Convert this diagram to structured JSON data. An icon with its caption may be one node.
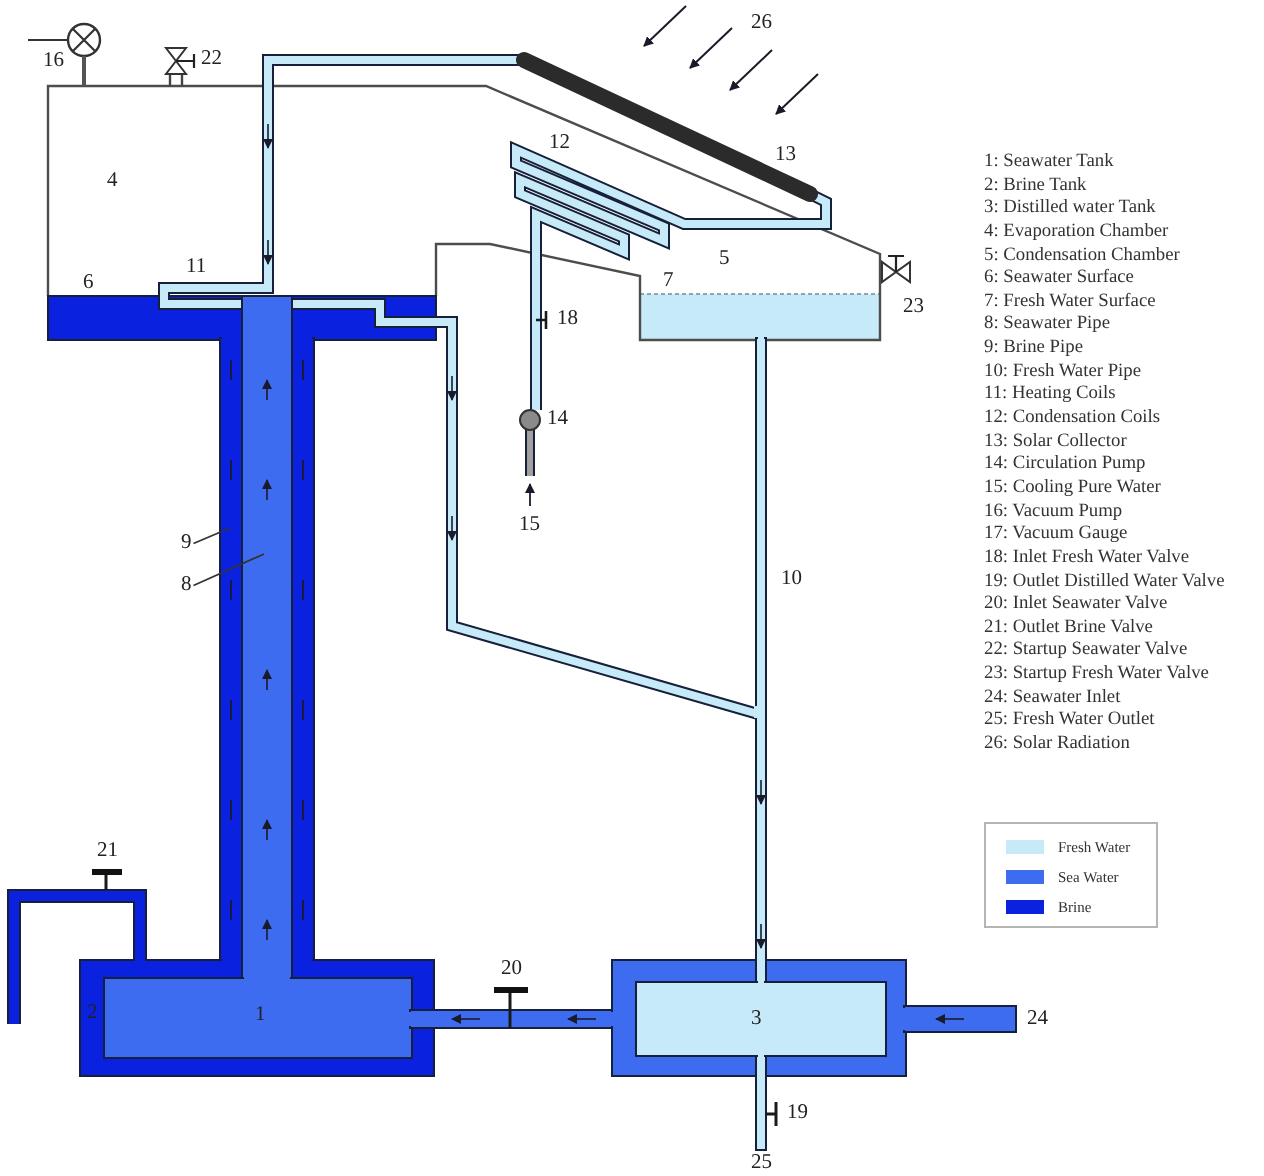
{
  "diagram": {
    "nodes": [
      {
        "text": [
          "9"
        ]
      },
      {
        "text": [
          "8"
        ]
      }
    ],
    "edges": [
      {
        "from": 0,
        "to": null,
        "arrow": "none"
      },
      {
        "from": 1,
        "to": null,
        "arrow": "none"
      }
    ],
    "labels": [
      "26",
      "16",
      "22",
      "12",
      "13",
      "4",
      "5",
      "11",
      "6",
      "7",
      "23",
      "18",
      "14",
      "15",
      "10",
      "21",
      "20",
      "2",
      "1",
      "3",
      "24",
      "19",
      "25",
      "1: Seawater Tank",
      "2: Brine Tank",
      "3: Distilled water Tank",
      "4: Evaporation Chamber",
      "5: Condensation Chamber",
      "6: Seawater Surface",
      "7: Fresh Water Surface",
      "8: Seawater Pipe",
      "9: Brine Pipe",
      "10: Fresh Water Pipe",
      "11: Heating Coils",
      "12: Condensation Coils",
      "13: Solar Collector",
      "14: Circulation Pump",
      "15: Cooling Pure Water",
      "16: Vacuum Pump",
      "17: Vacuum Gauge",
      "18: Inlet Fresh Water Valve",
      "19: Outlet Distilled Water Valve",
      "20: Inlet Seawater Valve",
      "21: Outlet Brine Valve",
      "22: Startup Seawater Valve",
      "23: Startup Fresh Water Valve",
      "24: Seawater Inlet",
      "25: Fresh Water Outlet",
      "26: Solar Radiation"
    ],
    "legend": [
      {
        "text": "Fresh Water",
        "color": "#c6eaf7"
      },
      {
        "text": "Sea Water",
        "color": "#3e6cf0"
      },
      {
        "text": "Brine",
        "color": "#0a22e0"
      }
    ]
  }
}
